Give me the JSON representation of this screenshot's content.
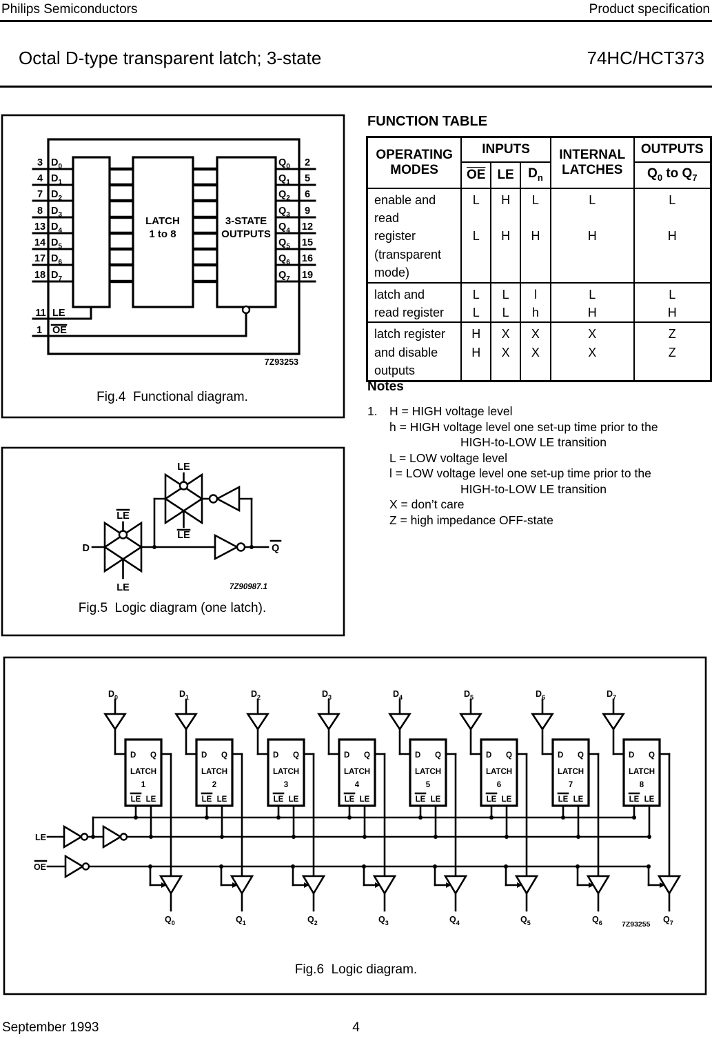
{
  "page": {
    "brand": "Philips Semiconductors",
    "doc_type": "Product specification",
    "title": "Octal D-type transparent latch; 3-state",
    "part_number": "74HC/HCT373",
    "footer_date": "September 1993",
    "footer_page": "4"
  },
  "function_table": {
    "heading": "FUNCTION TABLE",
    "headers": {
      "operating_modes": "OPERATING MODES",
      "inputs": "INPUTS",
      "internal_latches": "INTERNAL LATCHES",
      "outputs": "OUTPUTS",
      "oe": "OE",
      "le": "LE",
      "dn_base": "D",
      "dn_sub": "n",
      "q_base1": "Q",
      "q_sub1": "0",
      "q_mid": " to ",
      "q_base2": "Q",
      "q_sub2": "7"
    },
    "rows": [
      {
        "mode": [
          "enable and",
          "read",
          "register",
          "(transparent",
          "mode)"
        ],
        "oe": [
          "L",
          "",
          "L"
        ],
        "le": [
          "H",
          "",
          "H"
        ],
        "dn": [
          "L",
          "",
          "H"
        ],
        "latches": [
          "L",
          "",
          "H"
        ],
        "outputs": [
          "L",
          "",
          "H"
        ]
      },
      {
        "mode": [
          "latch and",
          "read register"
        ],
        "oe": [
          "L",
          "L"
        ],
        "le": [
          "L",
          "L"
        ],
        "dn": [
          "l",
          "h"
        ],
        "latches": [
          "L",
          "H"
        ],
        "outputs": [
          "L",
          "H"
        ]
      },
      {
        "mode": [
          "latch register",
          "and disable",
          "outputs"
        ],
        "oe": [
          "H",
          "H"
        ],
        "le": [
          "X",
          "X"
        ],
        "dn": [
          "X",
          "X"
        ],
        "latches": [
          "X",
          "X"
        ],
        "outputs": [
          "Z",
          "Z"
        ]
      }
    ]
  },
  "notes": {
    "heading": "Notes",
    "item_no": "1.",
    "lines": [
      "H = HIGH voltage level",
      "h = HIGH voltage level one set-up time prior to the",
      "HIGH-to-LOW LE transition",
      "L = LOW voltage level",
      "l = LOW voltage level one set-up time prior to the",
      "HIGH-to-LOW LE transition",
      "X = don’t care",
      "Z = high impedance OFF-state"
    ]
  },
  "fig4": {
    "caption": "Fig.4  Functional diagram.",
    "code": "7Z93253",
    "latch_block": [
      "LATCH",
      "1 to 8"
    ],
    "tristate_block": [
      "3-STATE",
      "OUTPUTS"
    ],
    "d_base": "D",
    "q_base": "Q",
    "d_subs": [
      "0",
      "1",
      "2",
      "3",
      "4",
      "5",
      "6",
      "7"
    ],
    "q_subs": [
      "0",
      "1",
      "2",
      "3",
      "4",
      "5",
      "6",
      "7"
    ],
    "left_pin_numbers": [
      "3",
      "4",
      "7",
      "8",
      "13",
      "14",
      "17",
      "18"
    ],
    "right_pin_numbers": [
      "2",
      "5",
      "6",
      "9",
      "12",
      "15",
      "16",
      "19"
    ],
    "le_pin_number": "11",
    "le_label": "LE",
    "oe_pin_number": "1",
    "oe_label": "OE"
  },
  "fig5": {
    "caption": "Fig.5  Logic diagram (one latch).",
    "code": "7Z90987.1",
    "le_label": "LE",
    "d_label": "D",
    "q_label": "Q"
  },
  "fig6": {
    "caption": "Fig.6  Logic diagram.",
    "code": "7Z93255",
    "latch_label": "LATCH",
    "latch_numbers": [
      "1",
      "2",
      "3",
      "4",
      "5",
      "6",
      "7",
      "8"
    ],
    "pin_d": "D",
    "pin_q": "Q",
    "pin_le": "LE",
    "le_input_label": "LE",
    "oe_input_label": "OE",
    "d_base": "D",
    "q_base": "Q",
    "d_subs": [
      "0",
      "1",
      "2",
      "3",
      "4",
      "5",
      "6",
      "7"
    ],
    "q_subs": [
      "0",
      "1",
      "2",
      "3",
      "4",
      "5",
      "6",
      "7"
    ]
  }
}
